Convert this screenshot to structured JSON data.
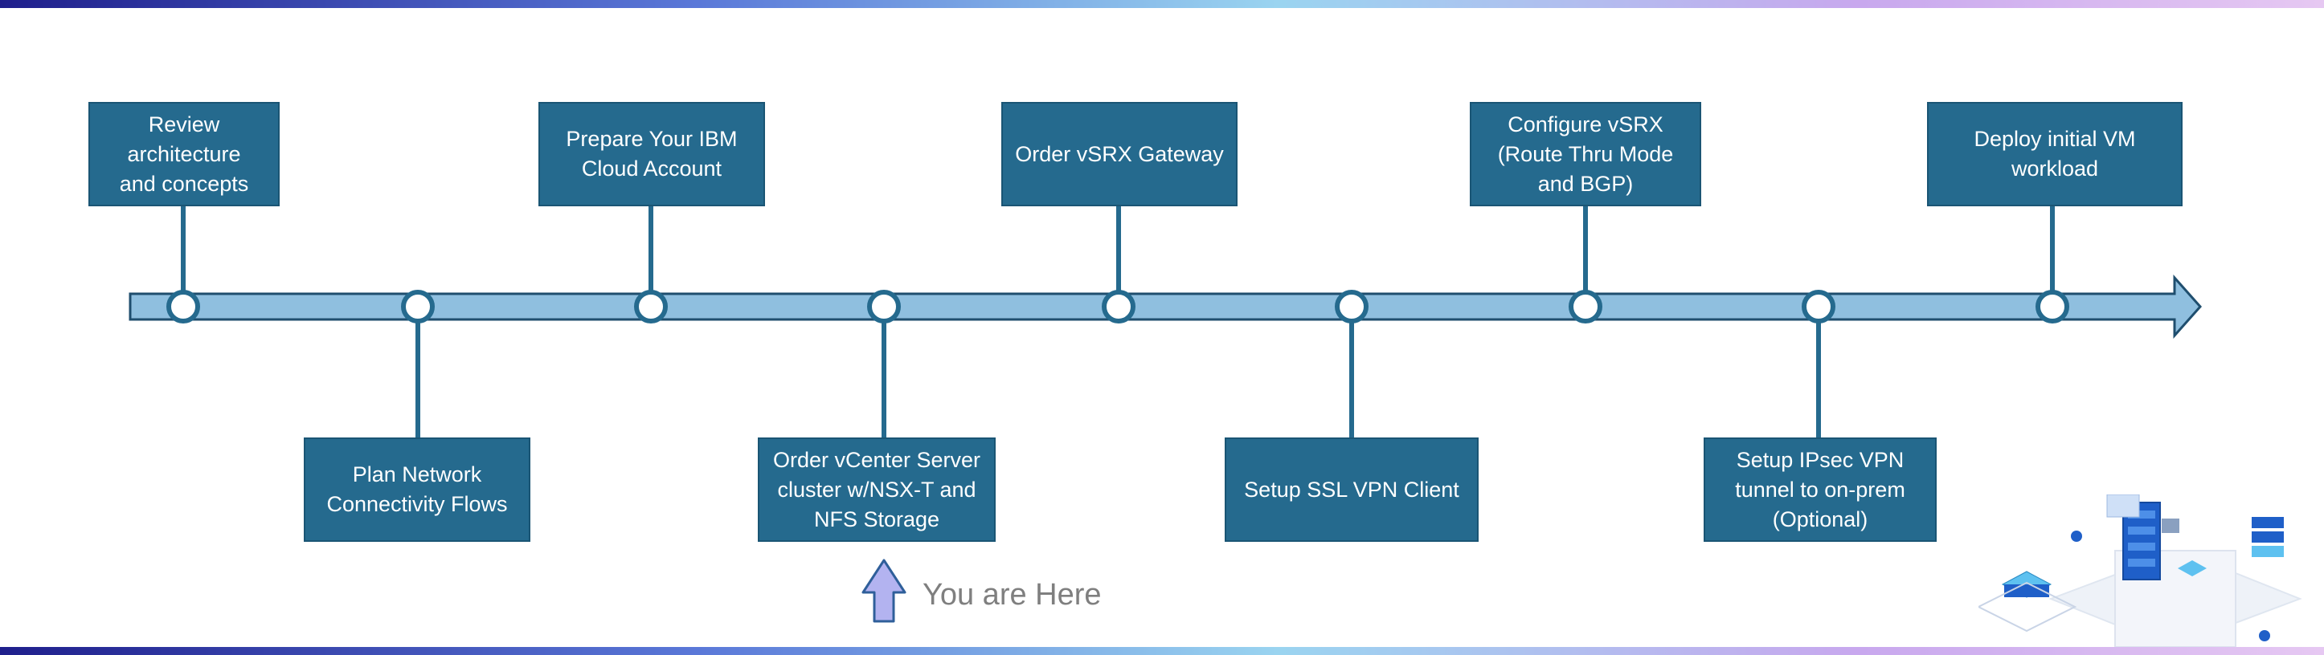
{
  "steps": [
    {
      "id": "s1",
      "label": "Review architecture and concepts",
      "lines": [
        "Review",
        "architecture",
        "and concepts"
      ],
      "position": "above"
    },
    {
      "id": "s2",
      "label": "Plan Network Connectivity Flows",
      "lines": [
        "Plan Network",
        "Connectivity Flows"
      ],
      "position": "below"
    },
    {
      "id": "s3",
      "label": "Prepare Your IBM Cloud Account",
      "lines": [
        "Prepare Your IBM",
        "Cloud Account"
      ],
      "position": "above"
    },
    {
      "id": "s4",
      "label": "Order vCenter Server cluster w/NSX-T and NFS Storage",
      "lines": [
        "Order vCenter Server",
        "cluster w/NSX-T and",
        "NFS Storage"
      ],
      "position": "below"
    },
    {
      "id": "s5",
      "label": "Order vSRX Gateway",
      "lines": [
        "Order vSRX Gateway"
      ],
      "position": "above"
    },
    {
      "id": "s6",
      "label": "Setup SSL VPN Client",
      "lines": [
        "Setup SSL VPN Client"
      ],
      "position": "below"
    },
    {
      "id": "s7",
      "label": "Configure vSRX (Route Thru Mode and BGP)",
      "lines": [
        "Configure vSRX",
        "(Route Thru Mode",
        "and BGP)"
      ],
      "position": "above"
    },
    {
      "id": "s8",
      "label": "Setup IPsec VPN tunnel to on-prem (Optional)",
      "lines": [
        "Setup IPsec VPN",
        "tunnel to on-prem",
        "(Optional)"
      ],
      "position": "below"
    },
    {
      "id": "s9",
      "label": "Deploy initial VM workload",
      "lines": [
        "Deploy initial VM",
        "workload"
      ],
      "position": "above"
    }
  ],
  "current_step_id": "s4",
  "you_are_here": {
    "label": "You are Here",
    "icon": "up-arrow-icon"
  },
  "decoration_icon": "cloud-servers-illustration",
  "colors": {
    "box_fill": "#256a8e",
    "box_border": "#1a5574",
    "box_text": "#ffffff",
    "timeline_fill": "#8fbfdf",
    "timeline_stroke": "#1f4e6e",
    "connector": "#256a8e",
    "node_fill": "#ffffff",
    "you_are_here_arrow": "#b3b3f0",
    "you_are_here_text": "#7f7f7f"
  }
}
